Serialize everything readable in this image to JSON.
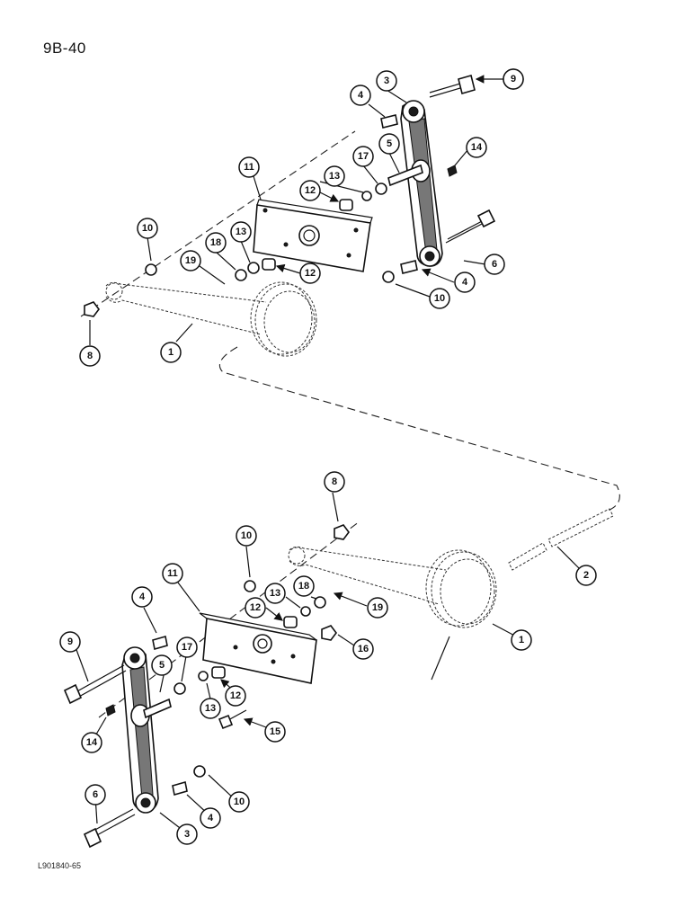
{
  "page": {
    "number": "9B-40",
    "drawing_ref": "L901840-65"
  },
  "callouts": {
    "top": [
      "1",
      "3",
      "4",
      "4",
      "5",
      "6",
      "8",
      "9",
      "10",
      "10",
      "11",
      "12",
      "12",
      "13",
      "13",
      "14",
      "17",
      "18",
      "19"
    ],
    "bottom": [
      "1",
      "2",
      "3",
      "4",
      "4",
      "5",
      "6",
      "8",
      "9",
      "10",
      "10",
      "11",
      "12",
      "12",
      "13",
      "13",
      "14",
      "15",
      "16",
      "17",
      "18",
      "19"
    ]
  }
}
